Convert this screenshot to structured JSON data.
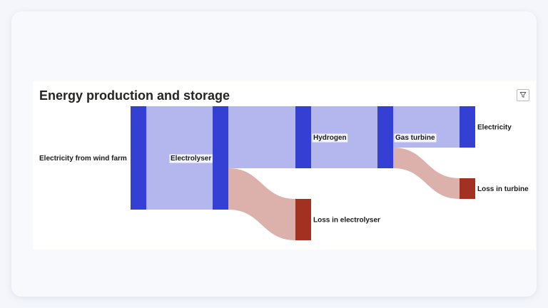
{
  "chart_data": {
    "type": "sankey",
    "title": "Energy production and storage",
    "nodes": [
      {
        "id": "wind",
        "name": "Electricity from wind farm"
      },
      {
        "id": "electrolyser",
        "name": "Electrolyser"
      },
      {
        "id": "hydrogen",
        "name": "Hydrogen"
      },
      {
        "id": "loss_electrolyser",
        "name": "Loss in electrolyser"
      },
      {
        "id": "gas_turbine",
        "name": "Gas turbine"
      },
      {
        "id": "electricity",
        "name": "Electricity"
      },
      {
        "id": "loss_turbine",
        "name": "Loss in turbine"
      }
    ],
    "links": [
      {
        "source": "wind",
        "target": "electrolyser",
        "value": 100
      },
      {
        "source": "electrolyser",
        "target": "hydrogen",
        "value": 60
      },
      {
        "source": "electrolyser",
        "target": "loss_electrolyser",
        "value": 40
      },
      {
        "source": "hydrogen",
        "target": "gas_turbine",
        "value": 60
      },
      {
        "source": "gas_turbine",
        "target": "electricity",
        "value": 40
      },
      {
        "source": "gas_turbine",
        "target": "loss_turbine",
        "value": 20
      }
    ],
    "colors": {
      "node": "#3340d3",
      "loss_node": "#a33121",
      "flow": "#b3b7ee",
      "loss_flow": "#dcb0ab"
    }
  },
  "toolbar": {
    "filter_icon": "filter-icon"
  }
}
